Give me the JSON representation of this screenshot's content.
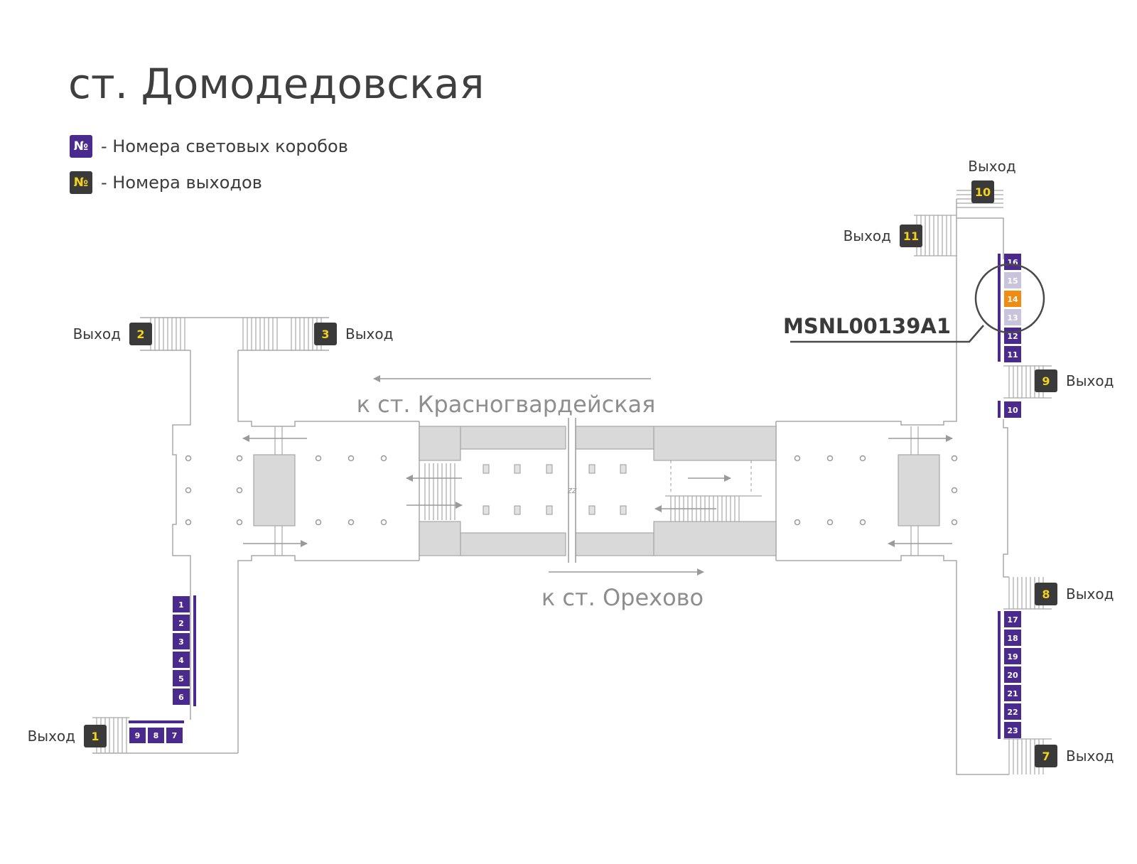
{
  "title": "ст. Домодедовская",
  "legend": [
    {
      "symbol": "№",
      "text": "- Номера световых коробов",
      "color": "#4a2a8c"
    },
    {
      "symbol": "№",
      "text": "- Номера выходов",
      "color": "#3a3a3a"
    }
  ],
  "colors": {
    "lightbox": "#4a2a8c",
    "lightbox_light": "#c9c3dc",
    "highlight": "#f08c12",
    "exit_bg": "#3a3a3a",
    "exit_num": "#f2d21a",
    "lines": "#9a9a9a",
    "fill": "#d9d9d9"
  },
  "directions": {
    "top": "к ст. Красногвардейская",
    "bottom": "к ст. Орехово"
  },
  "exit_word": "Выход",
  "exits": [
    "1",
    "2",
    "3",
    "7",
    "8",
    "9",
    "10",
    "11"
  ],
  "lightboxes": {
    "left_column": [
      "1",
      "2",
      "3",
      "4",
      "5",
      "6"
    ],
    "left_row": [
      "9",
      "8",
      "7"
    ],
    "right_top": [
      "16",
      "15",
      "14",
      "13",
      "12",
      "11"
    ],
    "right_single": "10",
    "right_bottom": [
      "17",
      "18",
      "19",
      "20",
      "21",
      "22",
      "23"
    ]
  },
  "highlighted_box": "14",
  "selected_code": "MSNL00139A1",
  "marker": "zz"
}
